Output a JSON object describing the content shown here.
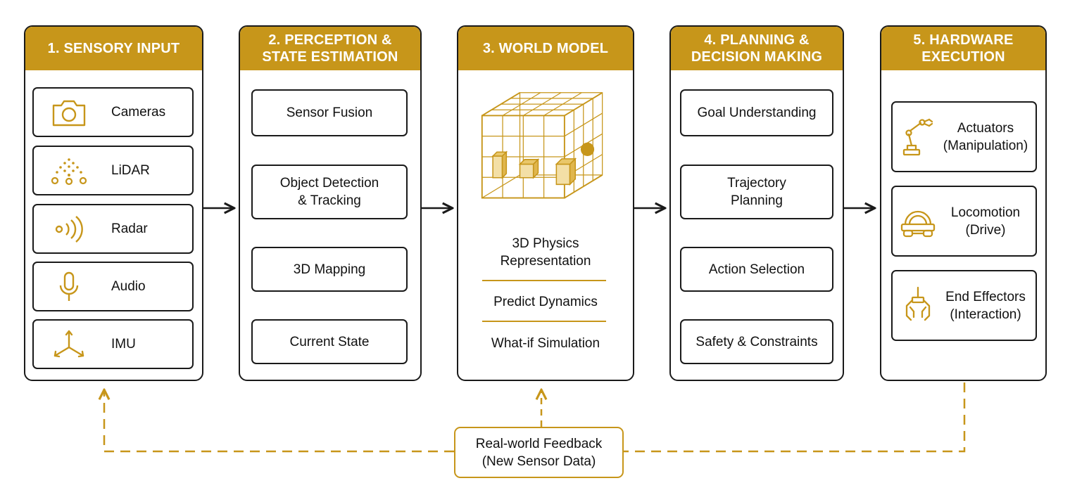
{
  "accent_color": "#c7961a",
  "stages": [
    {
      "title": "1. SENSORY INPUT",
      "items": [
        {
          "label": "Cameras",
          "icon": "camera-icon"
        },
        {
          "label": "LiDAR",
          "icon": "lidar-icon"
        },
        {
          "label": "Radar",
          "icon": "radar-icon"
        },
        {
          "label": "Audio",
          "icon": "microphone-icon"
        },
        {
          "label": "IMU",
          "icon": "imu-axes-icon"
        }
      ]
    },
    {
      "title": "2. PERCEPTION &\nSTATE ESTIMATION",
      "items": [
        {
          "label": "Sensor Fusion"
        },
        {
          "label": "Object Detection\n& Tracking"
        },
        {
          "label": "3D Mapping"
        },
        {
          "label": "Current State"
        }
      ]
    },
    {
      "title": "3. WORLD MODEL",
      "graphic_icon": "3d-grid-cube-icon",
      "items": [
        {
          "label": "3D Physics\nRepresentation"
        },
        {
          "label": "Predict Dynamics"
        },
        {
          "label": "What-if Simulation"
        }
      ]
    },
    {
      "title": "4. PLANNING &\nDECISION MAKING",
      "items": [
        {
          "label": "Goal Understanding"
        },
        {
          "label": "Trajectory\nPlanning"
        },
        {
          "label": "Action Selection"
        },
        {
          "label": "Safety & Constraints"
        }
      ]
    },
    {
      "title": "5. HARDWARE\nEXECUTION",
      "items": [
        {
          "label": "Actuators\n(Manipulation)",
          "icon": "robot-arm-icon"
        },
        {
          "label": "Locomotion\n(Drive)",
          "icon": "wheeled-robot-icon"
        },
        {
          "label": "End Effectors\n(Interaction)",
          "icon": "gripper-icon"
        }
      ]
    }
  ],
  "feedback": {
    "label": "Real-world Feedback\n(New Sensor Data)"
  }
}
